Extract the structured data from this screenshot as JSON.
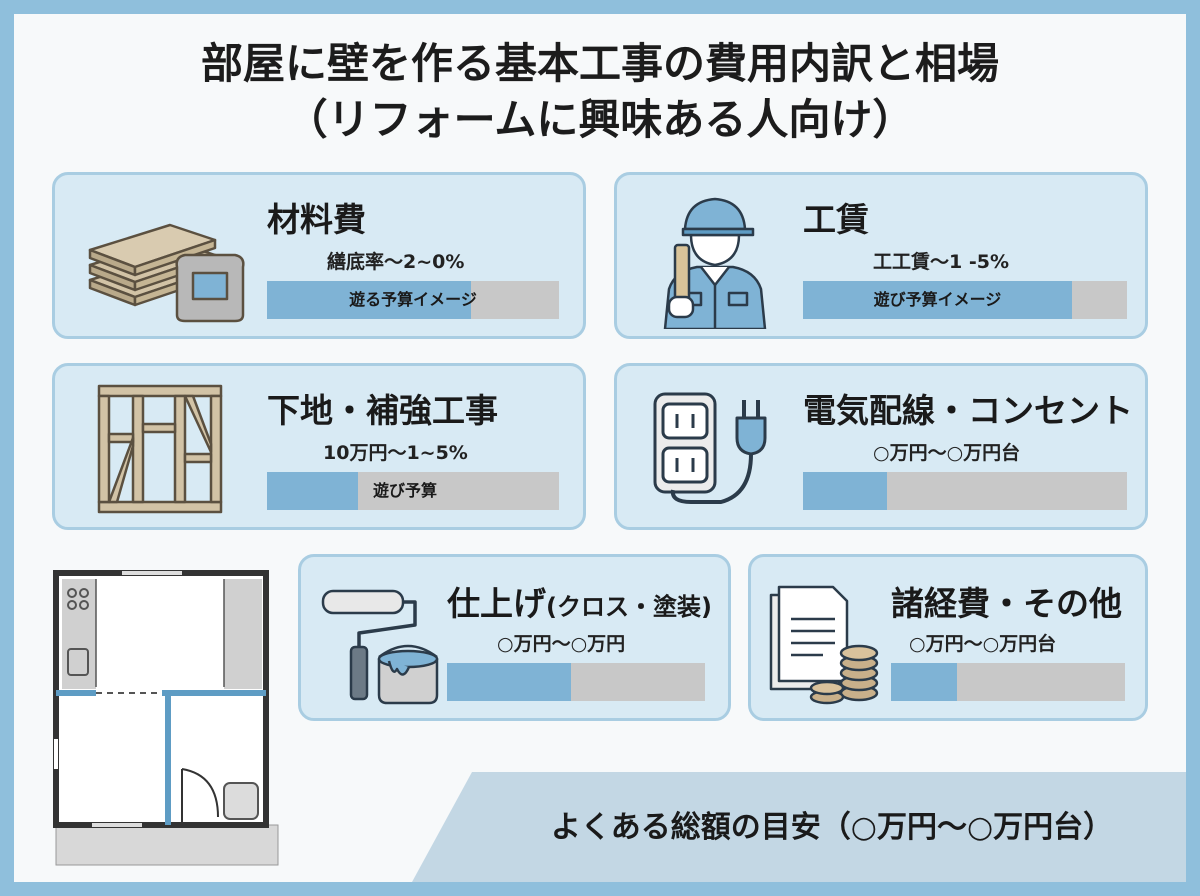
{
  "title_line1": "部屋に壁を作る基本工事の費用内訳と相場",
  "title_line2": "（リフォームに興味ある人向け）",
  "cards": {
    "materials": {
      "title": "材料費",
      "range": "繕底率〜2~0%",
      "bar_label": "遊る予算イメージ",
      "fill": 0.7
    },
    "labor": {
      "title": "工賃",
      "range": "工工賃〜1 -5%",
      "bar_label": "遊び予算イメージ",
      "fill": 0.83
    },
    "framing": {
      "title": "下地・補強工事",
      "range": "10万円〜1~5%",
      "bar_label": "遊び予算",
      "fill": 0.31
    },
    "electrical": {
      "title": "電気配線・コンセント",
      "range": "○万円〜○万円台",
      "bar_label": "",
      "fill": 0.26
    },
    "finishing": {
      "title": "仕上げ",
      "title_small": "(クロス・塗装)",
      "range": "○万円〜○万円",
      "bar_label": "",
      "fill": 0.48
    },
    "misc": {
      "title": "諸経費・その他",
      "range": "○万円〜○万円台",
      "bar_label": "",
      "fill": 0.28
    }
  },
  "banner": "よくある総額の目安（○万円〜○万円台）",
  "colors": {
    "frame": "#8fbfdc",
    "card": "#d8eaf4",
    "card_border": "#a9cde2",
    "bar_fill": "#7fb3d5",
    "bar_bg": "#c8c8c8"
  }
}
